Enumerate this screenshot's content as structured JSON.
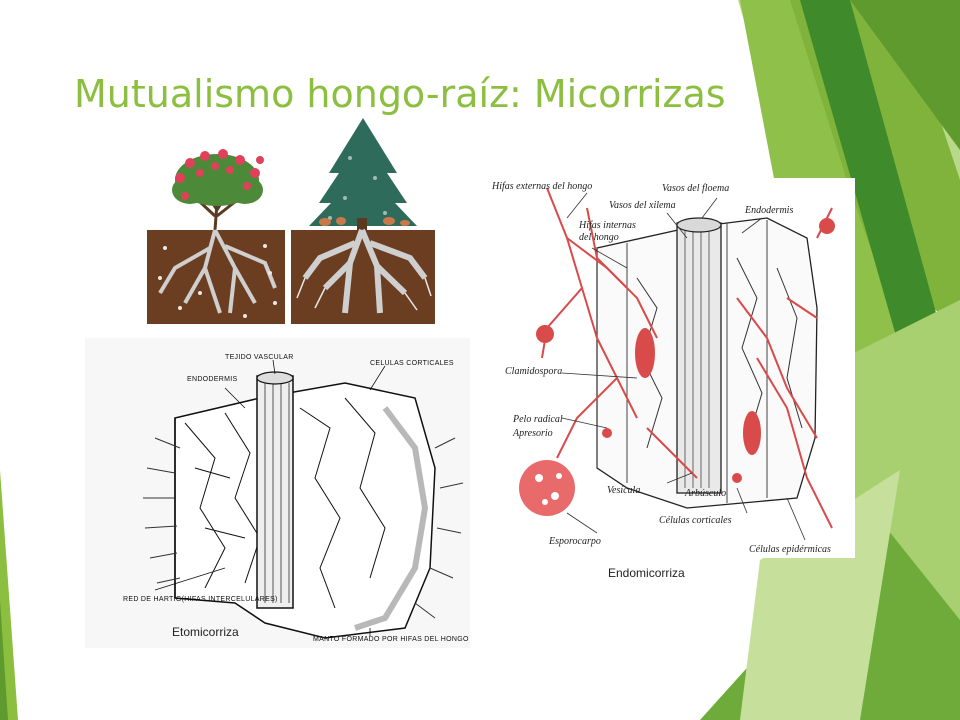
{
  "slide": {
    "title": "Mutualismo hongo-raíz: Micorrizas"
  },
  "colors": {
    "title": "#8cbf3f",
    "soil": "#6b3e22",
    "root": "#d9d9d9",
    "hyphae": "#d94a4a"
  },
  "ecto_diagram": {
    "caption": "Etomicorriza",
    "labels": {
      "vascular": "TEJIDO VASCULAR",
      "cortical": "CELULAS CORTICALES",
      "endodermis": "ENDODERMIS",
      "hartig": "RED DE HARTIG(HIFAS INTERCELULARES)",
      "mantle": "MANTO FORMADO POR HIFAS DEL HONGO"
    }
  },
  "endo_diagram": {
    "caption": "Endomicorriza",
    "labels": {
      "ext_hyphae": "Hifas externas del hongo",
      "phloem": "Vasos del floema",
      "xylem": "Vasos del xilema",
      "endodermis": "Endodermis",
      "int_hyphae_1": "Hifas internas",
      "int_hyphae_2": "del hongo",
      "chlamydospore": "Clamidospora",
      "root_hair": "Pelo radical",
      "appressorium": "Apresorio",
      "vesicle": "Vesícula",
      "arbuscule": "Arbúsculo",
      "cortical": "Células corticales",
      "sporocarp": "Esporocarpo",
      "epidermal": "Células epidérmicas"
    }
  }
}
